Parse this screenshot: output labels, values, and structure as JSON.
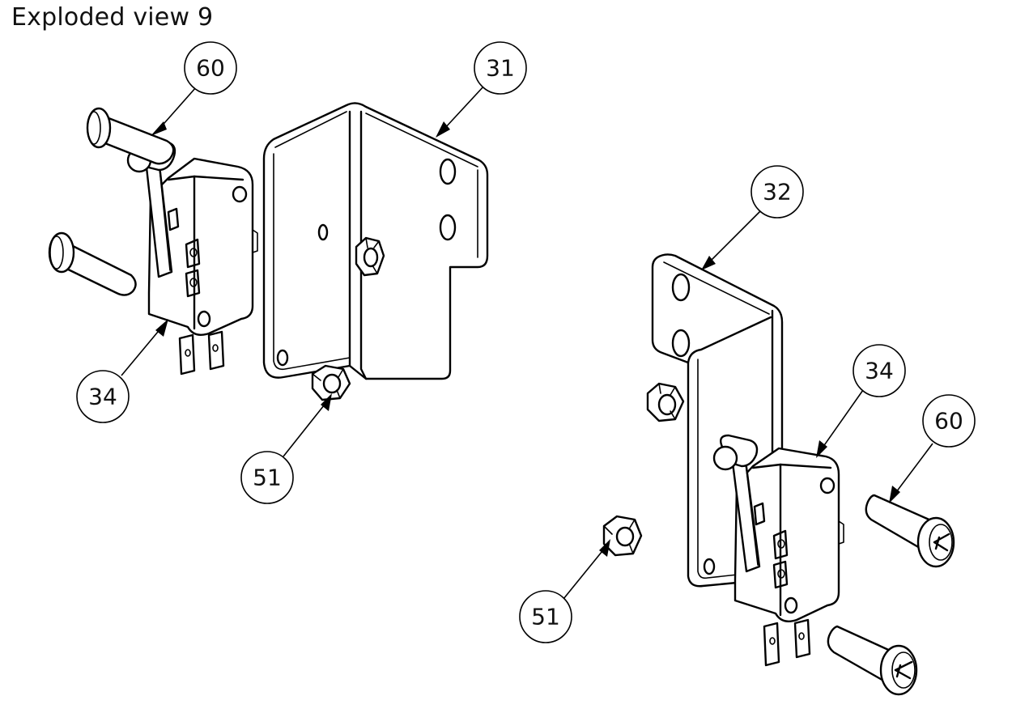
{
  "title": "Exploded view 9",
  "balloons": {
    "b60_left": "60",
    "b31": "31",
    "b34_left": "34",
    "b51_left": "51",
    "b32": "32",
    "b34_right": "34",
    "b60_right": "60",
    "b51_right": "51"
  }
}
